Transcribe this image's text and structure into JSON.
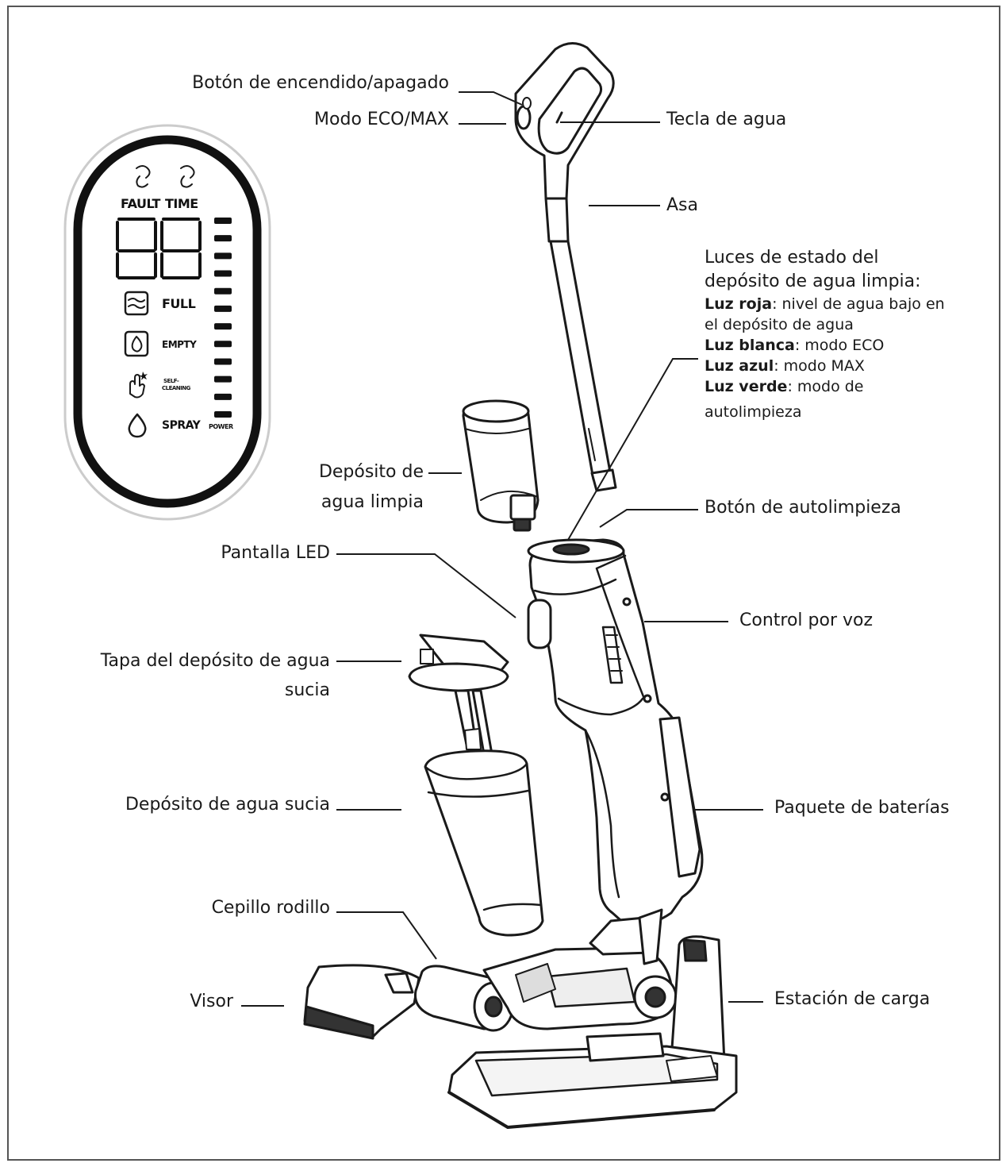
{
  "labels": {
    "power_button": "Botón de encendido/apagado",
    "eco_max_mode": "Modo ECO/MAX",
    "water_key": "Tecla de agua",
    "handle": "Asa",
    "clean_tank_line1": "Depósito de",
    "clean_tank_line2": "agua limpia",
    "self_clean_button": "Botón de autolimpieza",
    "led_screen": "Pantalla LED",
    "voice_control": "Control por voz",
    "dirty_lid_line1": "Tapa del depósito de agua",
    "dirty_lid_line2": "sucia",
    "dirty_tank": "Depósito de agua sucia",
    "battery_pack": "Paquete de baterías",
    "roller_brush": "Cepillo rodillo",
    "visor": "Visor",
    "charging_station": "Estación de carga"
  },
  "status_lights": {
    "title_line1": "Luces de estado del",
    "title_line2": "depósito de agua limpia:",
    "red_key": "Luz roja",
    "red_text_line1": ": nivel de agua bajo en",
    "red_text_line2": "el depósito de agua",
    "white_key": "Luz blanca",
    "white_text": ": modo ECO",
    "blue_key": "Luz azul",
    "blue_text": ": modo MAX",
    "green_key": "Luz verde",
    "green_text_line1": ": modo de",
    "green_text_line2": "autolimpieza"
  },
  "led_panel": {
    "fault": "FAULT",
    "time": "TIME",
    "digits": "88",
    "full": "FULL",
    "empty": "EMPTY",
    "self_cleaning_line1": "SELF-",
    "self_cleaning_line2": "CLEANING",
    "spray": "SPRAY",
    "power": "POWER",
    "power_bar_segments": 12
  }
}
